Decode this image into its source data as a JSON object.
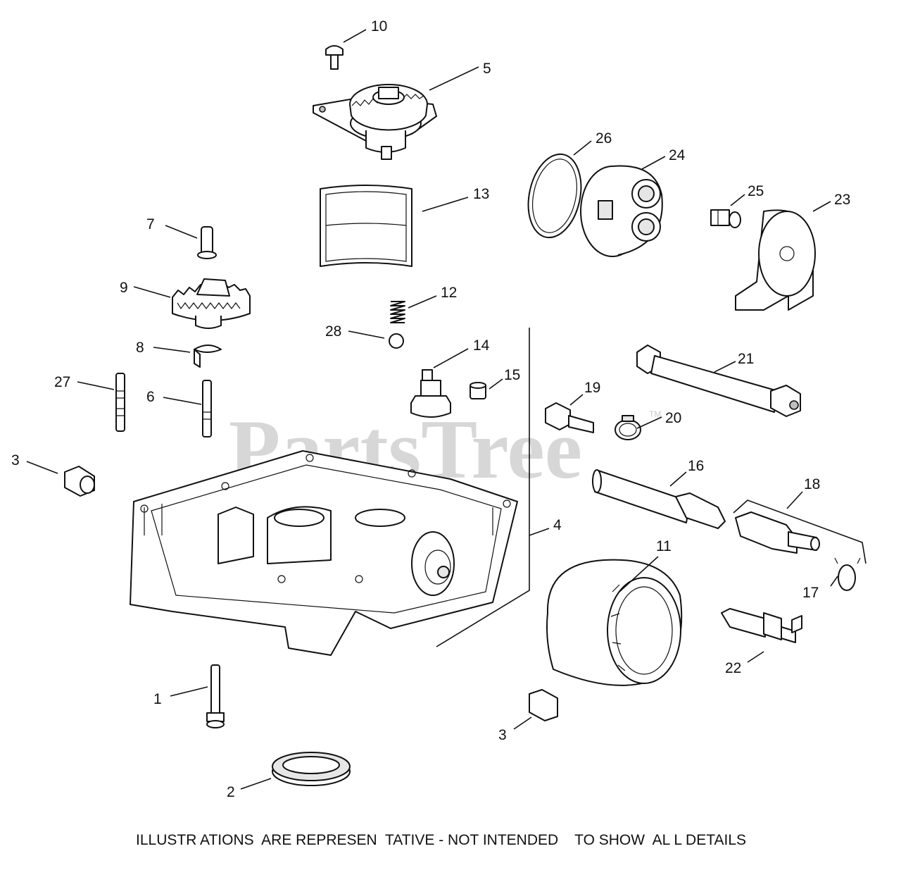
{
  "watermark": {
    "text": "PartsTree",
    "tm": "TM"
  },
  "footer_note": "ILLUSTR ATIONS  ARE REPRESEN  TATIVE - NOT INTENDED    TO SHOW  AL L DETAILS",
  "callouts": {
    "c1": "1",
    "c2": "2",
    "c3a": "3",
    "c3b": "3",
    "c4": "4",
    "c5": "5",
    "c6": "6",
    "c7": "7",
    "c8": "8",
    "c9": "9",
    "c10": "10",
    "c11": "11",
    "c12": "12",
    "c13": "13",
    "c14": "14",
    "c15": "15",
    "c16": "16",
    "c17": "17",
    "c18": "18",
    "c19": "19",
    "c20": "20",
    "c21": "21",
    "c22": "22",
    "c23": "23",
    "c24": "24",
    "c25": "25",
    "c26": "26",
    "c27": "27",
    "c28": "28"
  }
}
